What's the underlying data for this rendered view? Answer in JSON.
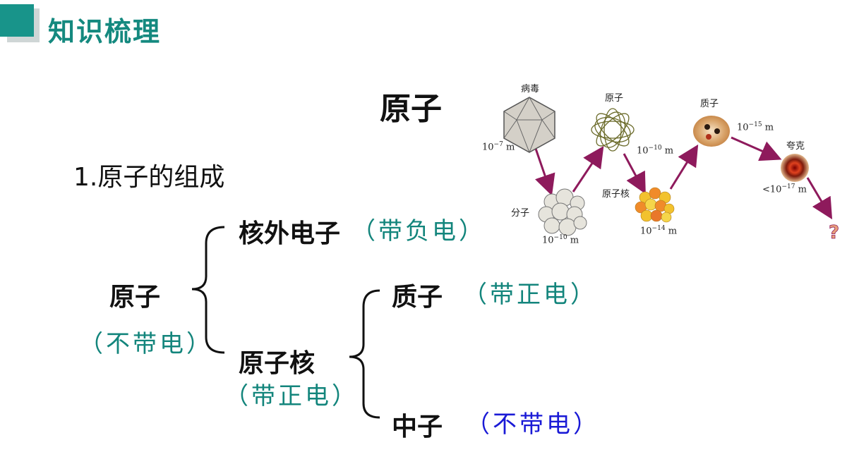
{
  "header": {
    "title": "知识梳理"
  },
  "slide": {
    "title": "原子",
    "section": "1.原子的组成"
  },
  "tree": {
    "atom": {
      "label": "原子",
      "charge": "（不带电）"
    },
    "electron": {
      "label": "核外电子",
      "charge": "（带负电）"
    },
    "nucleus": {
      "label": "原子核",
      "charge": "（带正电）"
    },
    "proton": {
      "label": "质子",
      "charge": "（带正电）"
    },
    "neutron": {
      "label": "中子",
      "charge": "（不带电）"
    }
  },
  "diagram": {
    "virus": {
      "label": "病毒",
      "size_base": "10",
      "size_exp": "−7",
      "unit": "m"
    },
    "molecule": {
      "label": "分子",
      "size_base": "10",
      "size_exp": "−10",
      "unit": "m"
    },
    "atom": {
      "label": "原子",
      "size_base": "10",
      "size_exp": "−10",
      "unit": "m"
    },
    "nucleus": {
      "label": "原子核",
      "size_base": "10",
      "size_exp": "−14",
      "unit": "m"
    },
    "proton": {
      "label": "质子",
      "size_base": "10",
      "size_exp": "−15",
      "unit": "m"
    },
    "quark": {
      "label": "夸克",
      "size_base": "<10",
      "size_exp": "−17",
      "unit": "m"
    },
    "unknown": {
      "label": "?"
    }
  },
  "colors": {
    "accent": "#14897f",
    "arrow": "#8e1a5c",
    "blue_note": "#1a1ad6"
  }
}
